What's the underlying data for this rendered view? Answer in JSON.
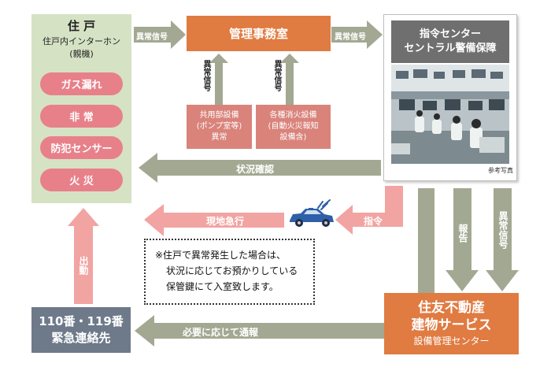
{
  "resident": {
    "title": "住 戸",
    "subtitle": "住戸内インターホン",
    "subtitle2": "(親機)",
    "items": [
      "ガス漏れ",
      "非 常",
      "防犯センサー",
      "火 災"
    ]
  },
  "management_office": {
    "label": "管理事務室"
  },
  "common_equipment": {
    "lines": [
      "共用部設備",
      "(ポンプ室等)",
      "異常"
    ]
  },
  "fire_equipment": {
    "lines": [
      "各種消火設備",
      "(自動火災報知",
      "設備含)"
    ]
  },
  "command_center": {
    "line1": "指令センター",
    "line2": "セントラル警備保障",
    "photo_caption": "参考写真"
  },
  "arrows": {
    "abnormal_signal_1": "異常信号",
    "abnormal_signal_2": "異常信号",
    "abnormal_signal_up_1": "異常信号",
    "abnormal_signal_up_2": "異常信号",
    "status_check": "状況確認",
    "rush_to_site": "現地急行",
    "command": "指令",
    "report": "報告",
    "abnormal_signal_down": "異常信号",
    "dispatch": "出動",
    "notify_as_needed": "必要に応じて通報"
  },
  "notice": {
    "lines": [
      "※住戸で異常発生した場合は、",
      "状況に応じてお預かりしている",
      "保管鍵にて入室致します。"
    ]
  },
  "emergency": {
    "line1": "110番・119番",
    "line2": "緊急連絡先"
  },
  "sumitomo": {
    "line1": "住友不動産",
    "line2": "建物サービス",
    "line3": "設備管理センター"
  },
  "colors": {
    "resident_bg": "#d6e2c4",
    "pill": "#e8808a",
    "orange": "#e07b42",
    "salmon_box": "#d9837b",
    "gray_green_arrow": "#a3a892",
    "pink_arrow": "#f1a4a2",
    "emergency_bg": "#6e7a8a",
    "car": "#2f5fa8"
  },
  "icons": {
    "car": "police-car-icon"
  }
}
